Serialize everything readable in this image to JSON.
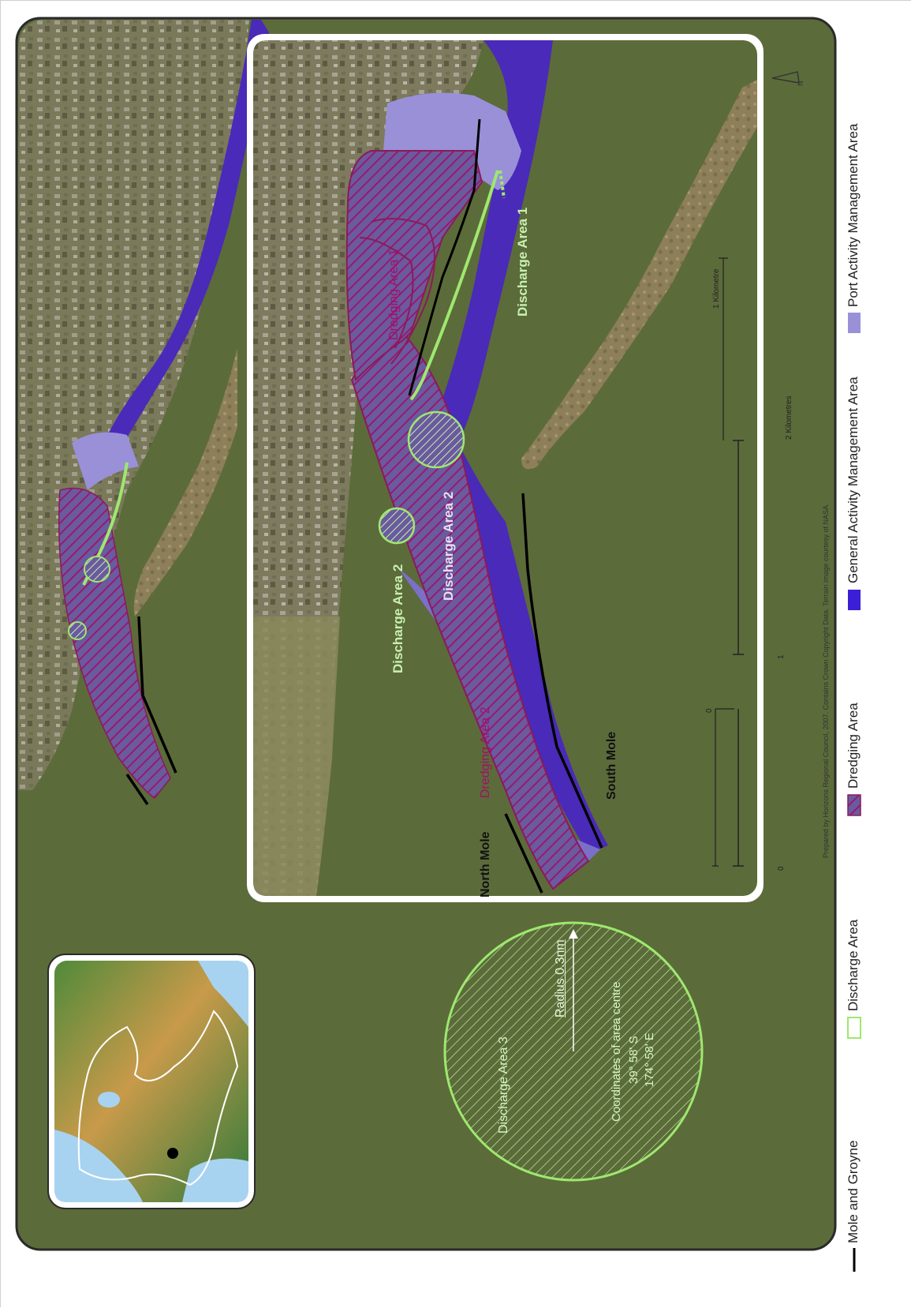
{
  "labels": {
    "discharge_area_1": "Discharge Area 1",
    "discharge_area_2a": "Discharge Area 2",
    "discharge_area_2b": "Discharge Area 2",
    "discharge_area_3": "Discharge Area 3",
    "dredging_area_1": "Dredging Area 1",
    "dredging_area_2": "Dredging Area 2",
    "north_mole": "North Mole",
    "south_mole": "South Mole",
    "radius": "Radius 0.3nm",
    "coords_title": "Coordinates of area centre",
    "coords_lat": "39° 58' S",
    "coords_lon": "174° 58' E"
  },
  "scale_bar": {
    "ticks": [
      "0",
      "1",
      "2 Kilometres"
    ],
    "sub_label": "1 Kilometre"
  },
  "credit": "Prepared by Horizons Regional Council, 2007. Contains Crown Copyright Data. Terrain image courtesy of NASA.",
  "north_arrow": "N",
  "legend": [
    {
      "label": "Mole and Groyne",
      "swatch": "line",
      "color": "#000000"
    },
    {
      "label": "Discharge Area",
      "swatch": "outline",
      "color": "#9ee86f"
    },
    {
      "label": "Dredging Area",
      "swatch": "hatch",
      "color": "#8b1a5a"
    },
    {
      "label": "General Activity Management Area",
      "swatch": "fill",
      "color": "#3b1fd6"
    },
    {
      "label": "Port Activity Management Area",
      "swatch": "fill",
      "color": "#9a90d8"
    }
  ],
  "colors": {
    "sea": "#5c6b3a",
    "land": "#6f7a4e",
    "frame": "#2a2a2a",
    "discharge": "#9ee86f",
    "dredge": "#8b1a5a"
  }
}
